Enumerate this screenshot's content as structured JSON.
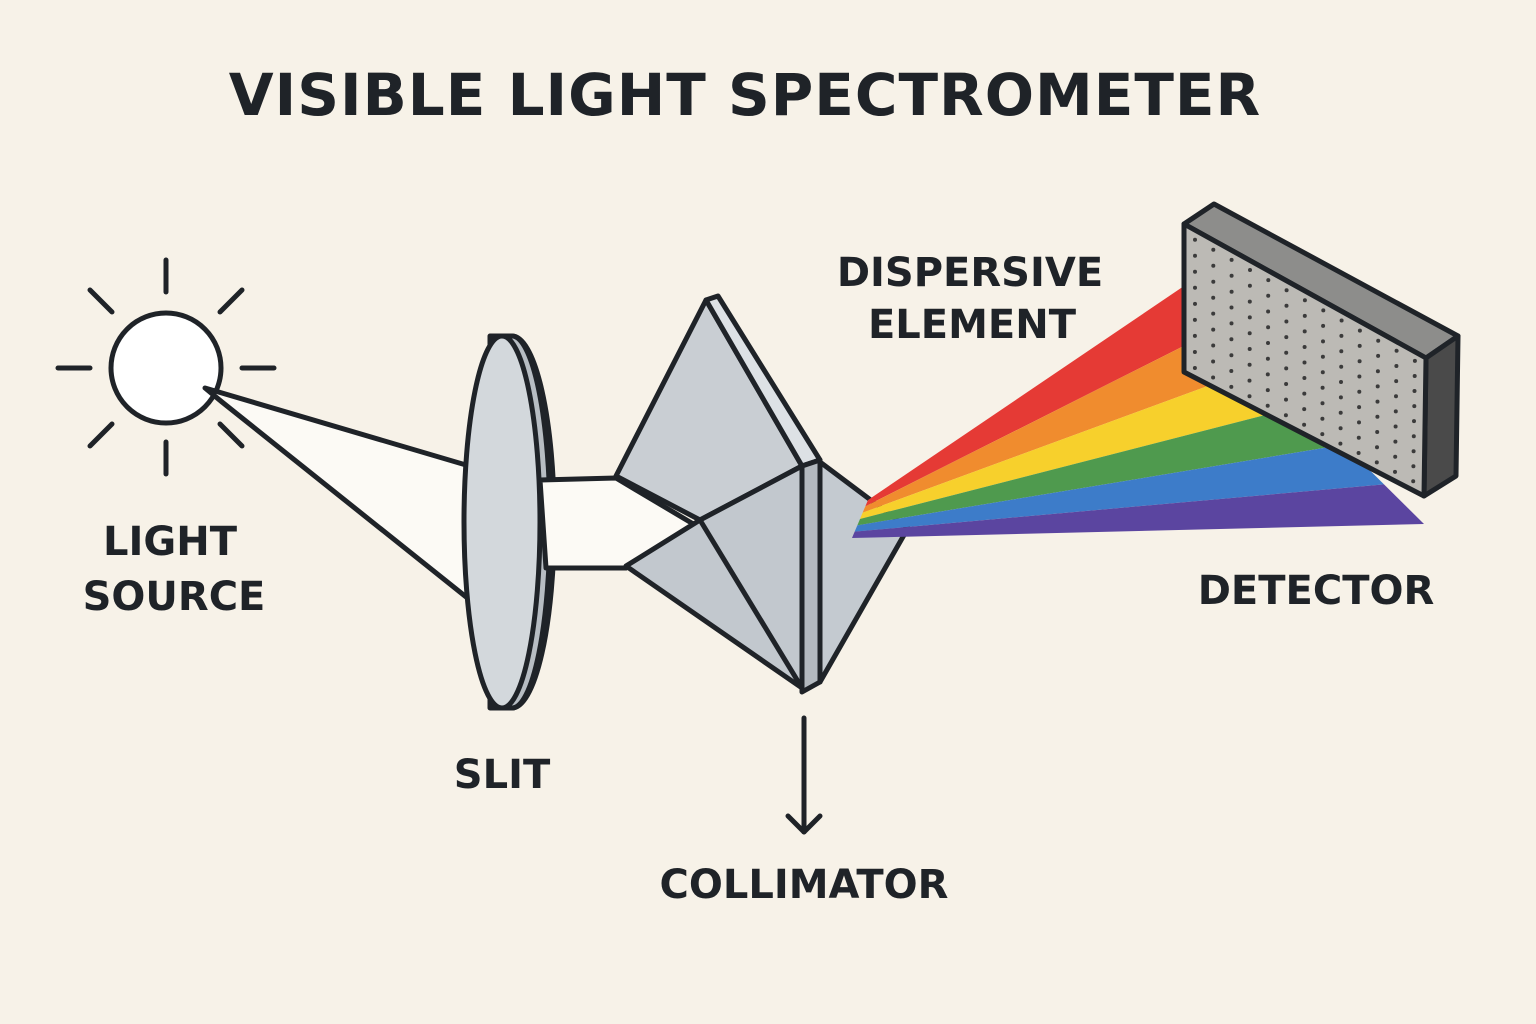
{
  "title": "VISIBLE LIGHT SPECTROMETER",
  "labels": {
    "light_source_line1": "LIGHT",
    "light_source_line2": "SOURCE",
    "slit": "SLIT",
    "collimator": "COLLIMATOR",
    "dispersive_line1": "DISPERSIVE",
    "dispersive_line2": "ELEMENT",
    "detector": "DETECTOR"
  },
  "spectrum_colors": [
    "#e53a35",
    "#f08c2e",
    "#f7d02c",
    "#4f9a4e",
    "#3d7cc9",
    "#5b45a0"
  ],
  "colors": {
    "background": "#f7f2e8",
    "outline": "#1f2328",
    "glass": "#c9ced3",
    "glass_light": "#dde1e5",
    "beam": "#fcfaf5",
    "detector_face": "#bcbab5",
    "detector_dark": "#4a4a4a"
  }
}
